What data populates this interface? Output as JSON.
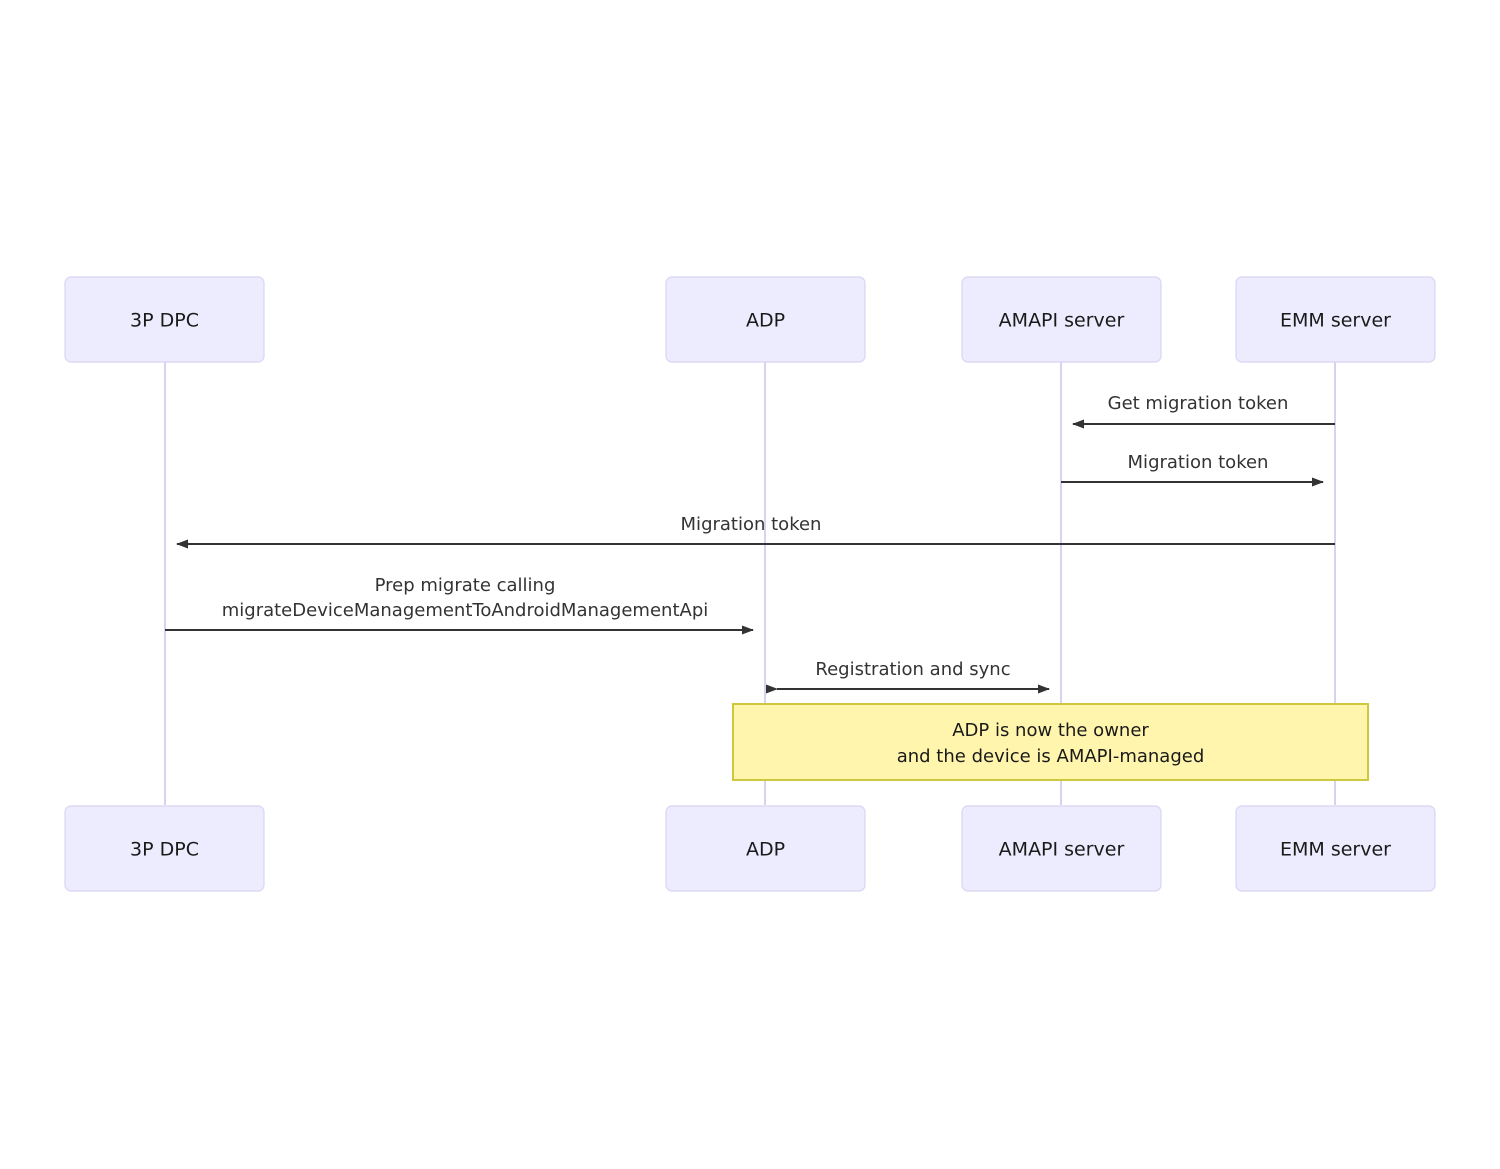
{
  "diagram": {
    "type": "sequence-diagram",
    "background_color": "#ffffff",
    "actor_fill": "#ececfe",
    "actor_stroke": "#d8d5f2",
    "lifeline_color": "#d6d2f0",
    "arrow_color": "#333333",
    "note_fill": "#fff5ad",
    "note_stroke": "#cfc83f",
    "actors": [
      {
        "id": "dpc",
        "label": "3P DPC"
      },
      {
        "id": "adp",
        "label": "ADP"
      },
      {
        "id": "amapi",
        "label": "AMAPI server"
      },
      {
        "id": "emm",
        "label": "EMM server"
      }
    ],
    "messages": [
      {
        "id": "m1",
        "label": "Get migration token",
        "from": "emm",
        "to": "amapi",
        "direction": "left",
        "arrow": "single"
      },
      {
        "id": "m2",
        "label": "Migration token",
        "from": "amapi",
        "to": "emm",
        "direction": "right",
        "arrow": "single"
      },
      {
        "id": "m3",
        "label": "Migration token",
        "from": "emm",
        "to": "dpc",
        "direction": "left",
        "arrow": "single"
      },
      {
        "id": "m4",
        "label_line1": "Prep migrate calling",
        "label_line2": "migrateDeviceManagementToAndroidManagementApi",
        "from": "dpc",
        "to": "adp",
        "direction": "right",
        "arrow": "single"
      },
      {
        "id": "m5",
        "label": "Registration and sync",
        "from": "adp",
        "to": "amapi",
        "direction": "both",
        "arrow": "double"
      }
    ],
    "notes": [
      {
        "id": "n1",
        "line1": "ADP is now the owner",
        "line2": "and the device is AMAPI-managed",
        "spans": [
          "adp",
          "amapi",
          "emm"
        ]
      }
    ]
  }
}
